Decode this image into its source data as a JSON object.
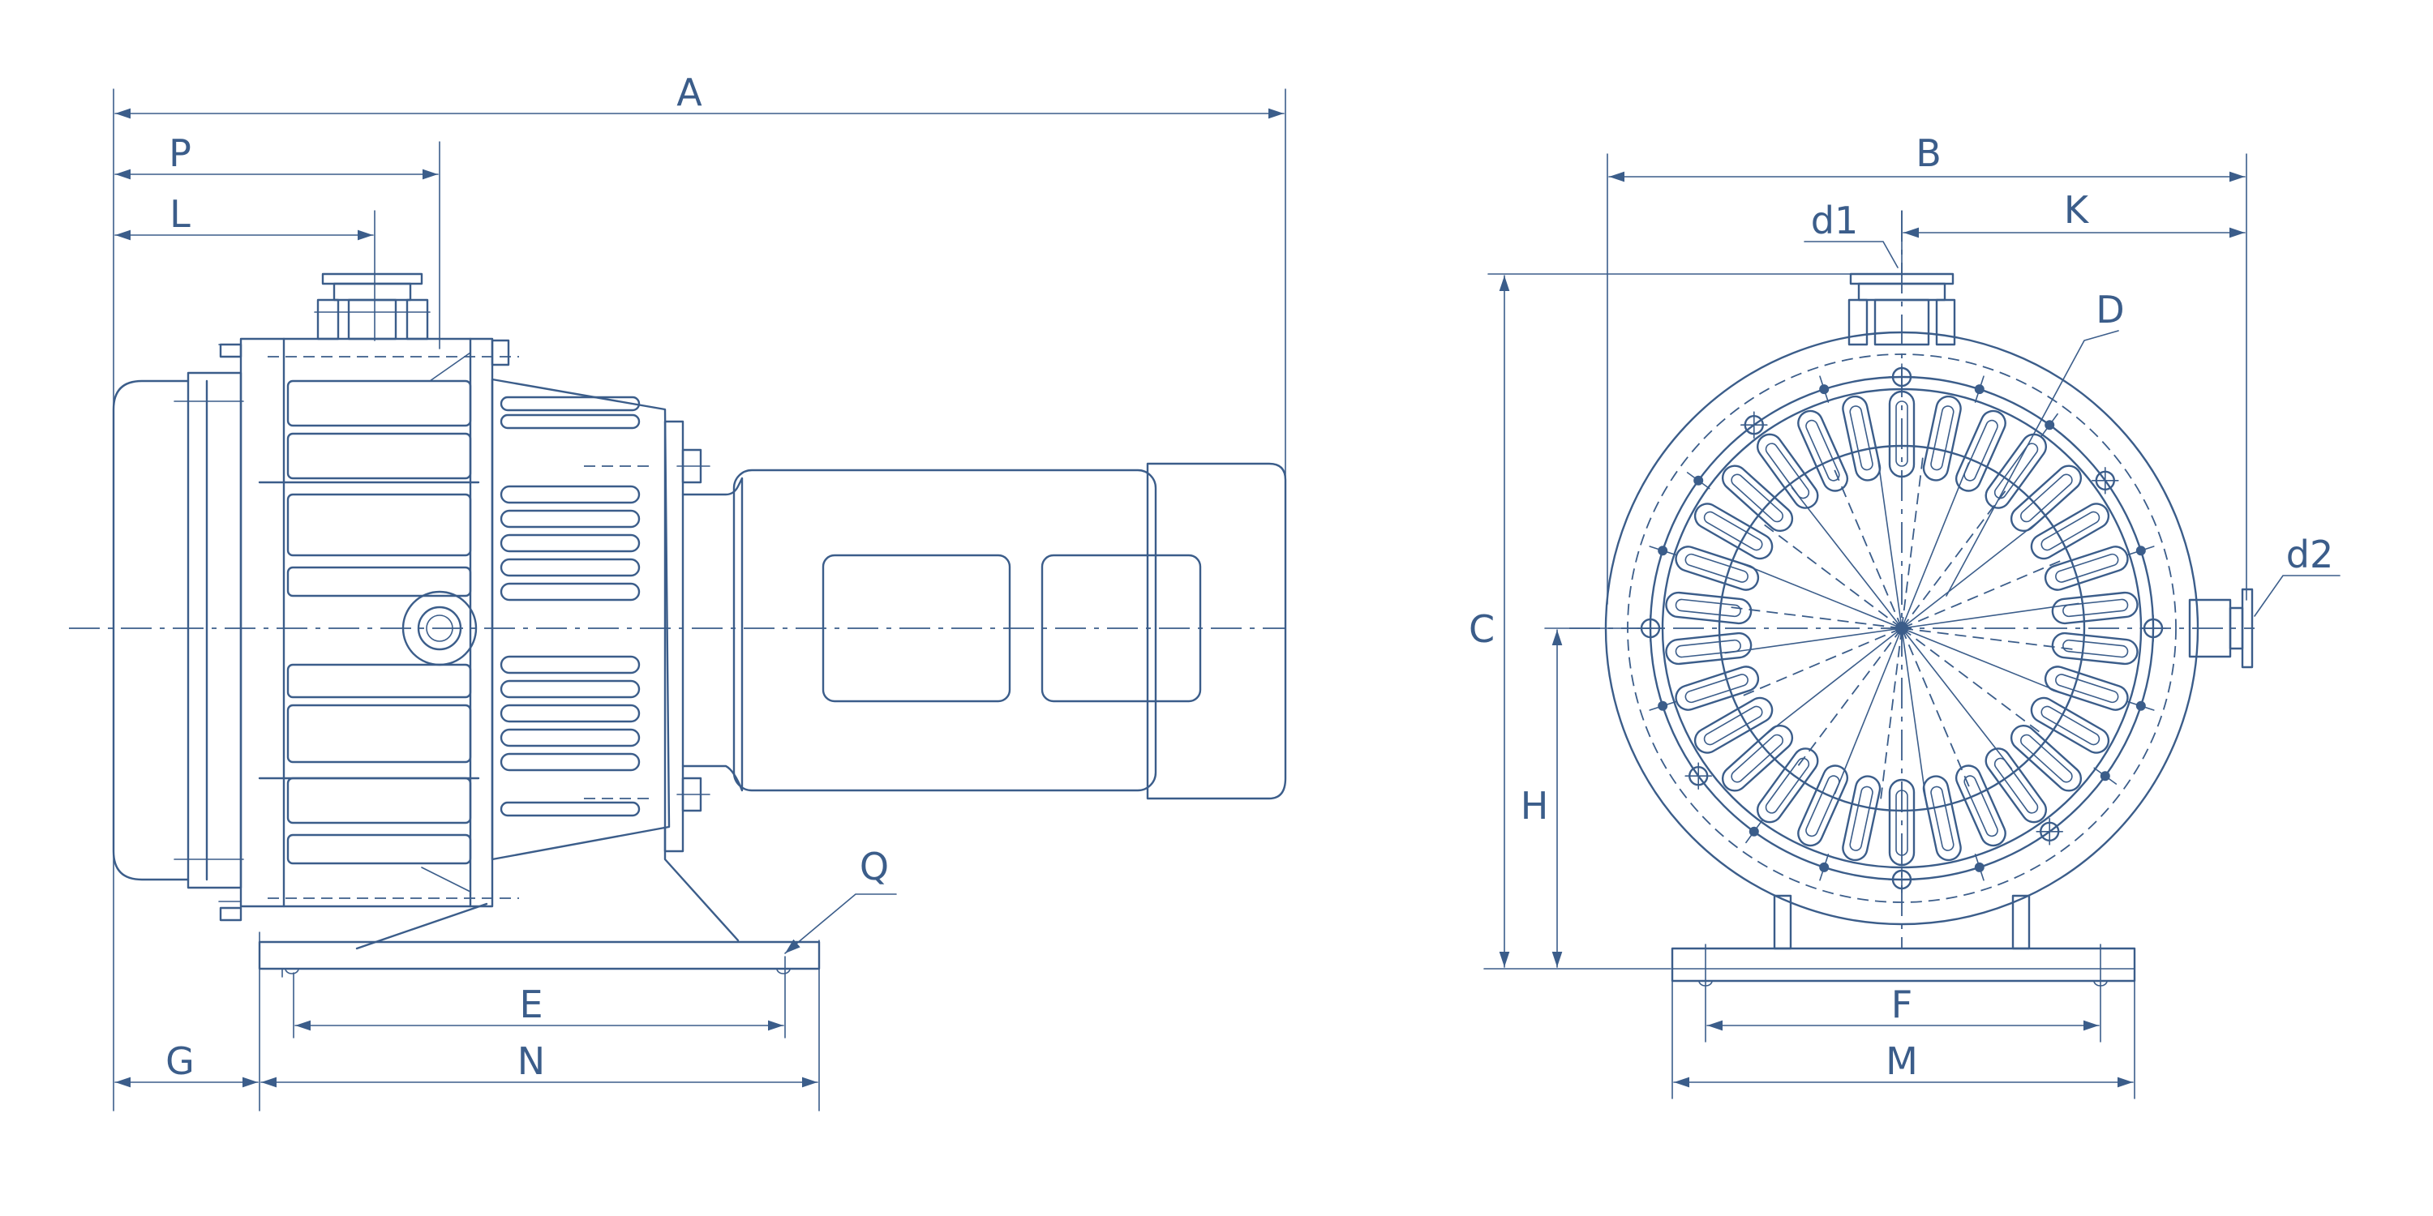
{
  "colors": {
    "line": "#3b5d8a",
    "background": "#ffffff"
  },
  "labels": {
    "A": "A",
    "P": "P",
    "L": "L",
    "E": "E",
    "N": "N",
    "G": "G",
    "Q": "Q",
    "B": "B",
    "K": "K",
    "d1": "d1",
    "D": "D",
    "d2": "d2",
    "C": "C",
    "H": "H",
    "F": "F",
    "M": "M"
  }
}
